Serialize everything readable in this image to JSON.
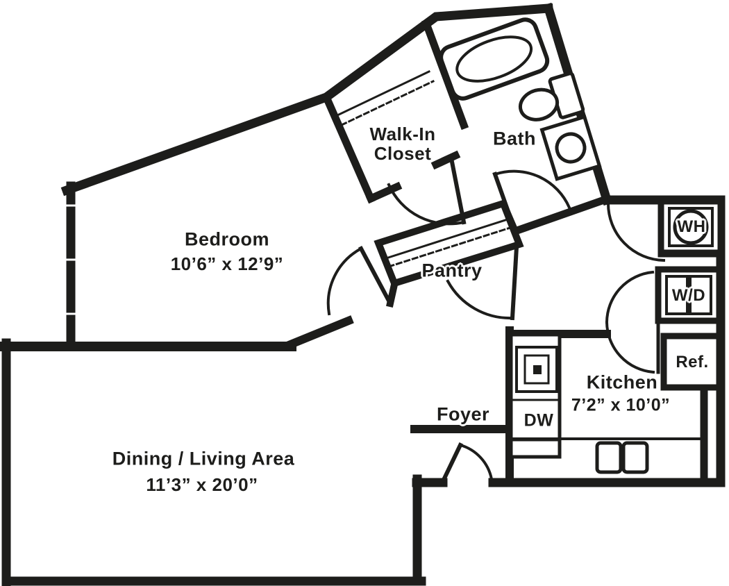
{
  "title": "Apartment floor plan",
  "colors": {
    "wall": "#1d1d1b",
    "text": "#1d1d1b",
    "background": "#ffffff"
  },
  "rooms": {
    "bedroom": {
      "name": "Bedroom",
      "dims": "10’6” x 12’9”"
    },
    "closet": {
      "name": "Walk-In Closet"
    },
    "bath": {
      "name": "Bath"
    },
    "pantry": {
      "name": "Pantry"
    },
    "kitchen": {
      "name": "Kitchen",
      "dims": "7’2” x 10’0”"
    },
    "foyer": {
      "name": "Foyer"
    },
    "dining": {
      "name": "Dining / Living Area",
      "dims": "11’3” x 20’0”"
    }
  },
  "appliances": {
    "water_heater": "WH",
    "washer_dryer": "W/D",
    "refrigerator": "Ref.",
    "dishwasher": "DW"
  }
}
